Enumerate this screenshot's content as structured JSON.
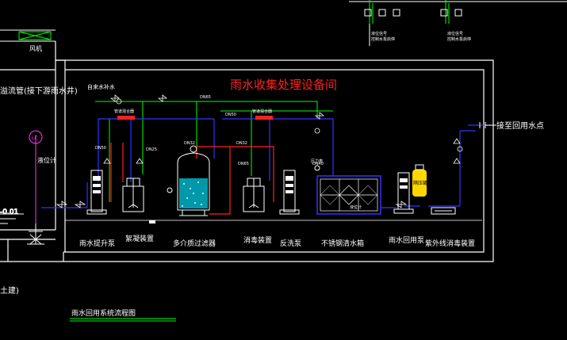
{
  "room_title": "雨水收集处理设备间",
  "top_labels": {
    "inlet_pipe": "溢流管(接下游雨水井)",
    "fan": "风机",
    "makeup_water": "自来水补水",
    "level_meter": "液位计",
    "lc": "LC",
    "level_value": "-0.01",
    "civil": "土建)",
    "reuse_point": "接至回用水点",
    "top_note_1": "液位信号",
    "top_note_2": "控制水泵启停",
    "top_note_3": "液位信号",
    "top_note_4": "控制水泵启停"
  },
  "pipe_labels": {
    "dn65_a": "DN65",
    "dn50_a": "DN50",
    "dn50_b": "DN50",
    "dn25": "DN25",
    "dn32_a": "DN32",
    "dn32_b": "DN32",
    "dn40": "DN40",
    "dn65_b": "DN65",
    "mixer_1": "管道混合器",
    "mixer_2": "管道混合器"
  },
  "equipment_labels": {
    "lift_pump": "雨水提升泵",
    "coag_device": "絮凝装置",
    "filter": "多介质过滤器",
    "disinfect": "消毒装置",
    "backwash": "反洗泵",
    "tank": "不锈钢清水箱",
    "reuse_pump": "雨水回用泵",
    "uv": "紫外线消毒装置",
    "pressure_tank": "隔压罐",
    "sensor_1": "液位计",
    "sensor_2": "压力表"
  },
  "caption": "雨水回用系统流程图",
  "colors": {
    "background": "#000000",
    "wall": "#ffffff",
    "green_pipe": "#00ff00",
    "blue_pipe": "#3333ff",
    "red_pipe": "#ff2020",
    "title_red": "#ff2020",
    "magenta": "#ff33ff",
    "cyan": "#00e5ff",
    "yellow": "#ffd700"
  }
}
